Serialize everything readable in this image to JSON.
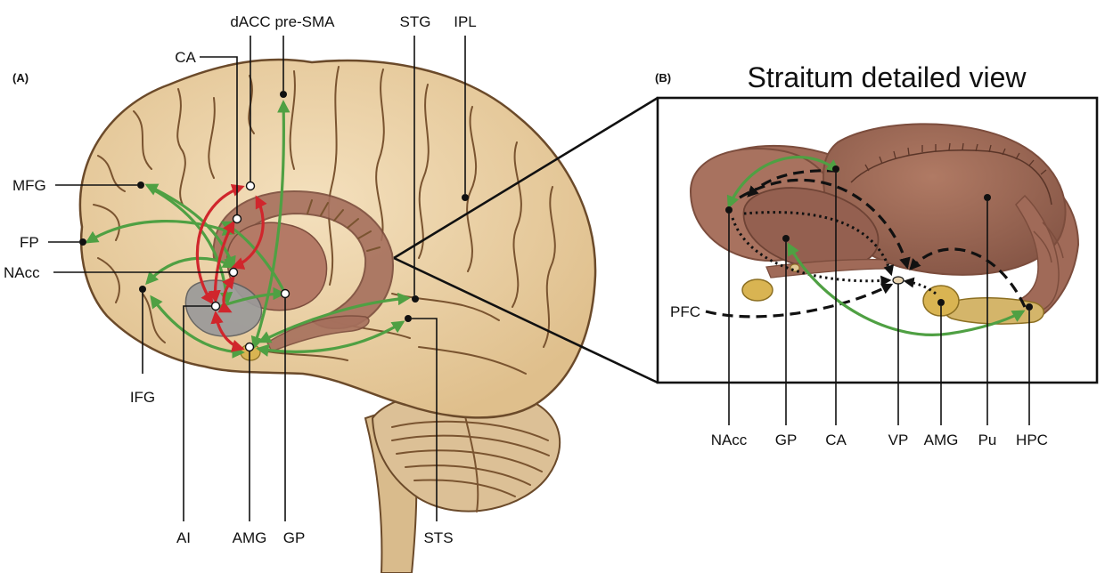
{
  "panel_a": {
    "label": "(A)",
    "labels": {
      "dacc": "dACC",
      "presma": "pre-SMA",
      "stg": "STG",
      "ipl": "IPL",
      "ca": "CA",
      "mfg": "MFG",
      "fp": "FP",
      "nacc": "NAcc",
      "ifg": "IFG",
      "ai": "AI",
      "amg": "AMG",
      "gp": "GP",
      "sts": "STS"
    }
  },
  "panel_b": {
    "label": "(B)",
    "title": "Straitum detailed view",
    "labels": {
      "pfc": "PFC",
      "nacc": "NAcc",
      "gp": "GP",
      "ca": "CA",
      "vp": "VP",
      "amg": "AMG",
      "pu": "Pu",
      "hpc": "HPC"
    }
  },
  "colors": {
    "brain_fill": "#ecd1a3",
    "brain_stroke": "#6b4a2a",
    "striatum": "#a6705d",
    "striatum_dark": "#7c4d3d",
    "insula": "#9a9a9a",
    "amygdala": "#d9b452",
    "green_arrow": "#4fa043",
    "red_arrow": "#d0262c",
    "cerebellum": "#dcc096"
  }
}
